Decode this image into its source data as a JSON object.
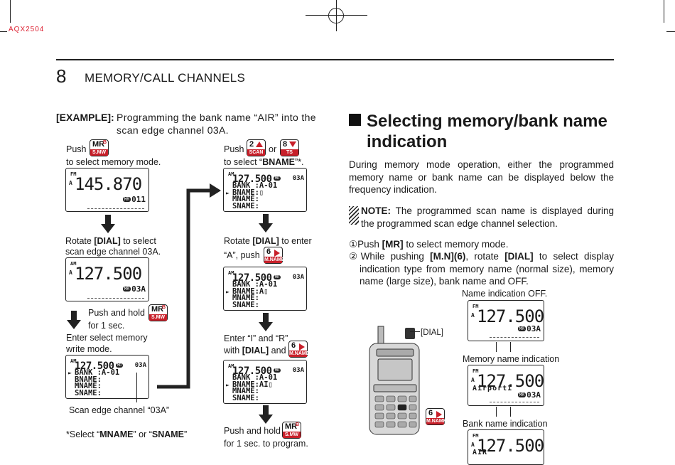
{
  "marks": {
    "print_code": "AQX2504"
  },
  "header": {
    "page_number": "8",
    "chapter_title": "MEMORY/CALL CHANNELS"
  },
  "example": {
    "label": "[EXAMPLE]:",
    "text_line1": "Programming the bank name “AIR” into the",
    "text_line2": "scan edge channel 03A."
  },
  "left_col": {
    "step1_push": "Push",
    "step1_rest": "to select memory mode.",
    "lcd1": {
      "mode": "FM",
      "band": "A",
      "freq": "145.870",
      "mr": "MR",
      "ch": "011"
    },
    "step2_pre": "Rotate ",
    "step2_bold": "[DIAL]",
    "step2_post": " to select",
    "step2_line2": "scan edge channel 03A.",
    "lcd2": {
      "mode": "AM",
      "band": "A",
      "freq": "127.500",
      "mr": "MR",
      "ch": "03A"
    },
    "step3_line1": "Push and hold",
    "step3_line2": "for 1 sec.",
    "step4_line1": "Enter select memory",
    "step4_line2": "write mode.",
    "lcd3": {
      "mode": "AM",
      "freq": "127.500",
      "ch": "03A",
      "rows": "BANK :A-01\nBNAME:\nMNAME:\nSNAME:"
    },
    "callout": "Scan edge channel “03A”",
    "footnote_pre": "*Select “",
    "footnote_b1": "MNAME",
    "footnote_mid": "” or “",
    "footnote_b2": "SNAME",
    "footnote_post": "”"
  },
  "mid_col": {
    "step1_push": "Push",
    "step1_or": "or",
    "step1_pre": "to select “",
    "step1_bold": "BNAME",
    "step1_post": "”*.",
    "lcd1": {
      "mode": "AM",
      "freq": "127.500",
      "ch": "03A",
      "rows": "BANK :A-01\nBNAME:▯\nMNAME:\nSNAME:"
    },
    "step2_pre": "Rotate ",
    "step2_bold": "[DIAL]",
    "step2_post": " to enter",
    "step2_line2": "“A”, push",
    "lcd2": {
      "mode": "AM",
      "freq": "127.500",
      "ch": "03A",
      "rows": "BANK :A-01\nBNAME:A▯\nMNAME:\nSNAME:"
    },
    "step3_line1": "Enter “I” and “R”",
    "step3_pre": "with ",
    "step3_bold": "[DIAL]",
    "step3_post": " and",
    "lcd3": {
      "mode": "AM",
      "freq": "127.500",
      "ch": "03A",
      "rows": "BANK :A-01\nBNAME:AI▯\nMNAME:\nSNAME:"
    },
    "step4_line1": "Push and hold",
    "step4_line2": "for 1 sec. to program."
  },
  "keys": {
    "mr": {
      "top": "MR",
      "sub": "S.MW",
      "b": "B"
    },
    "scan": {
      "top": "2",
      "sub": "SCAN"
    },
    "ts": {
      "top": "8",
      "sub": "TS"
    },
    "mname": {
      "top": "6",
      "sub": "M.NAME"
    }
  },
  "right_col": {
    "heading_line1": "Selecting memory/bank name",
    "heading_line2": "indication",
    "intro": "During memory mode operation, either the programmed memory name or bank name can be displayed below the frequency indication.",
    "note_label": "NOTE:",
    "note_text": " The programmed scan name is displayed during the programmed scan edge channel selection.",
    "step1_num": "①",
    "step1_pre": "Push ",
    "step1_bold": "[MR]",
    "step1_post": " to select memory mode.",
    "step2_num": "②",
    "step2_pre": "While pushing ",
    "step2_bold1": "[M.N](6)",
    "step2_mid": ", rotate ",
    "step2_bold2": "[DIAL]",
    "step2_post": " to select display indication type from memory name (normal size), memory name (large size), bank name and OFF.",
    "dial_label": "[DIAL]",
    "cap_off": "Name indication OFF.",
    "cap_memory": "Memory name indication",
    "cap_bank": "Bank name indication",
    "lcd_off": {
      "mode": "FM",
      "band": "A",
      "freq": "127.500",
      "mr": "MR",
      "ch": "03A"
    },
    "lcd_mem": {
      "mode": "FM",
      "band": "A",
      "freq": "127.500",
      "name": "Airport1",
      "mr": "MR",
      "ch": "03A"
    },
    "lcd_bank": {
      "mode": "FM",
      "band": "A",
      "freq": "127.500",
      "name": "AIR"
    }
  }
}
